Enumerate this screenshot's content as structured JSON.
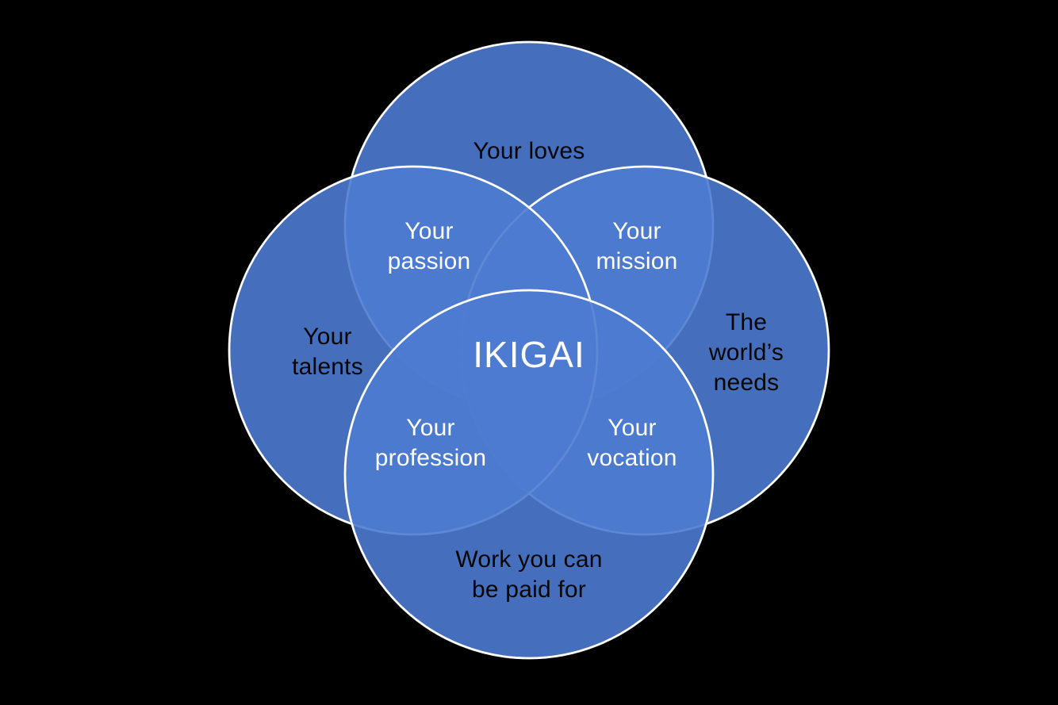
{
  "diagram": {
    "type": "venn-4",
    "title": "IKIGAI",
    "colors": {
      "background": "#000000",
      "circle_fill": "#4472C4",
      "circle_outline": "#FFFFFF",
      "outer_label_text": "#000000",
      "overlap_label_text": "#FFFFFF"
    },
    "circles": [
      {
        "name": "loves-circle",
        "label": "Your loves"
      },
      {
        "name": "needs-circle",
        "label": "The world’s needs"
      },
      {
        "name": "talents-circle",
        "label": "Your talents"
      },
      {
        "name": "paid-circle",
        "label": "Work you can be paid for"
      }
    ],
    "labels": [
      {
        "id": "your-loves",
        "lines": [
          "Your loves"
        ]
      },
      {
        "id": "your-passion",
        "lines": [
          "Your",
          "passion"
        ]
      },
      {
        "id": "your-mission",
        "lines": [
          "Your",
          "mission"
        ]
      },
      {
        "id": "your-talents",
        "lines": [
          "Your",
          "talents"
        ]
      },
      {
        "id": "ikigai",
        "lines": [
          "IKIGAI"
        ]
      },
      {
        "id": "worlds-needs",
        "lines": [
          "The",
          "world’s",
          "needs"
        ]
      },
      {
        "id": "your-profession",
        "lines": [
          "Your",
          "profession"
        ]
      },
      {
        "id": "your-vocation",
        "lines": [
          "Your",
          "vocation"
        ]
      },
      {
        "id": "work-paid-for",
        "lines": [
          "Work you can",
          "be paid for"
        ]
      }
    ]
  }
}
